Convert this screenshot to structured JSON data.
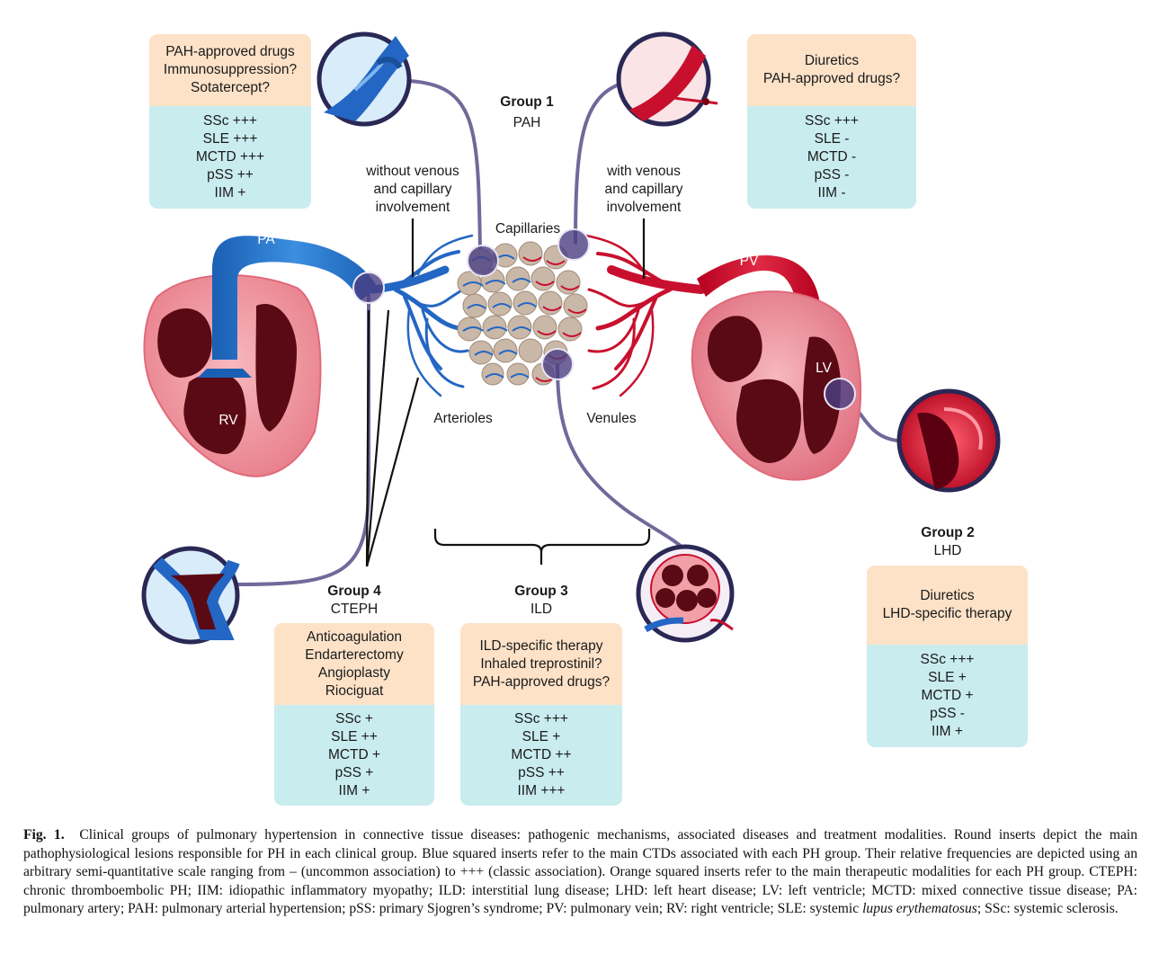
{
  "group1": {
    "title": "Group 1",
    "subtitle": "PAH"
  },
  "group2": {
    "title": "Group 2",
    "subtitle": "LHD"
  },
  "group3": {
    "title": "Group 3",
    "subtitle": "ILD"
  },
  "group4": {
    "title": "Group 4",
    "subtitle": "CTEPH"
  },
  "labels": {
    "without_venous": [
      "without venous",
      "and capillary",
      "involvement"
    ],
    "with_venous": [
      "with venous",
      "and capillary",
      "involvement"
    ],
    "capillaries": "Capillaries",
    "arterioles": "Arterioles",
    "venules": "Venules",
    "pa": "PA",
    "pv": "PV",
    "rv": "RV",
    "lv": "LV"
  },
  "boxes": {
    "pah_without": {
      "treatments": [
        "PAH-approved drugs",
        "Immunosuppression?",
        "Sotatercept?"
      ],
      "ctds": [
        "SSc +++",
        "SLE +++",
        "MCTD +++",
        "pSS ++",
        "IIM +"
      ]
    },
    "pah_with": {
      "treatments": [
        "Diuretics",
        "PAH-approved drugs?"
      ],
      "ctds": [
        "SSc +++",
        "SLE -",
        "MCTD -",
        "pSS -",
        "IIM -"
      ]
    },
    "lhd": {
      "treatments": [
        "Diuretics",
        "LHD-specific therapy"
      ],
      "ctds": [
        "SSc +++",
        "SLE +",
        "MCTD +",
        "pSS -",
        "IIM +"
      ]
    },
    "cteph": {
      "treatments": [
        "Anticoagulation",
        "Endarterectomy",
        "Angioplasty",
        "Riociguat"
      ],
      "ctds": [
        "SSc +",
        "SLE ++",
        "MCTD +",
        "pSS +",
        "IIM +"
      ]
    },
    "ild": {
      "treatments": [
        "ILD-specific therapy",
        "Inhaled treprostinil?",
        "PAH-approved drugs?"
      ],
      "ctds": [
        "SSc +++",
        "SLE +",
        "MCTD ++",
        "pSS ++",
        "IIM +++"
      ]
    }
  },
  "caption": {
    "label": "Fig. 1.",
    "part1": "Clinical groups of pulmonary hypertension in connective tissue diseases: pathogenic mechanisms, associated diseases and treatment modalities. Round inserts depict the main pathophysiological lesions responsible for PH in each clinical group. Blue squared inserts refer to the main CTDs associated with each PH group. Their relative frequencies are depicted using an arbitrary semi-quantitative scale ranging from – (uncommon association) to +++ (classic association). Orange squared inserts refer to the main therapeutic modalities for each PH group. CTEPH: chronic thromboembolic PH; IIM: idiopathic inflammatory myopathy; ILD: interstitial lung disease; LHD: left heart disease; LV: left ventricle; MCTD: mixed connective tissue disease; PA: pulmonary artery; PAH: pulmonary arterial hypertension; pSS: primary Sjogren’s syndrome; PV: pulmonary vein; RV: right ventricle; SLE: systemic",
    "italic": "lupus erythematosus",
    "part2": "; SSc: systemic sclerosis."
  },
  "colors": {
    "artery": "#1f6fc8",
    "vein": "#c8102e",
    "heart_outer": "#f2a0a8",
    "heart_inner": "#5a0a14",
    "connector": "#6f6a9a",
    "orange_box": "#fde2c8",
    "blue_box": "#c9ecef"
  }
}
